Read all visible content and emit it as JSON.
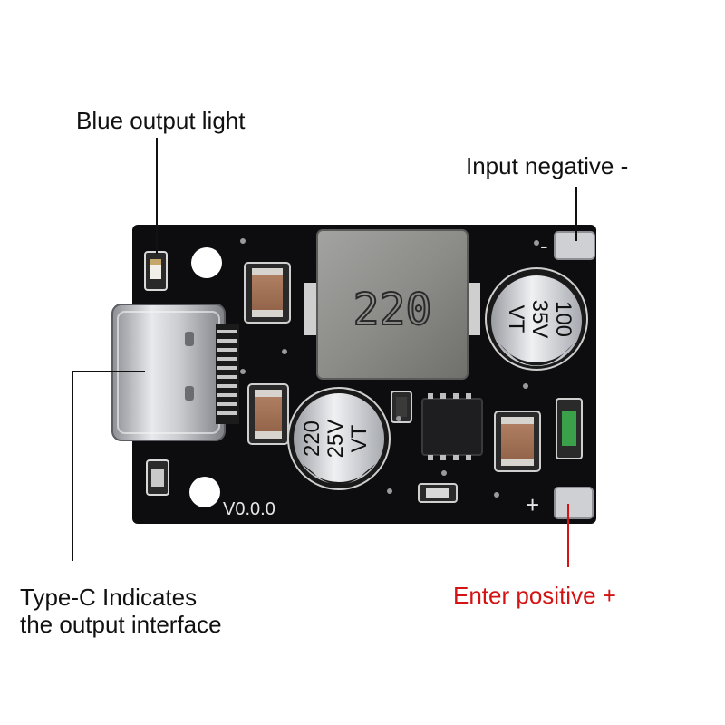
{
  "labels": {
    "blue_output_light": "Blue output light",
    "input_negative": "Input negative -",
    "type_c_line1": "Type-C Indicates",
    "type_c_line2": "the output interface",
    "enter_positive": "Enter positive +"
  },
  "board": {
    "inductor_marking": "220",
    "cap_top_line1": "100",
    "cap_top_line2": "35V",
    "cap_top_line3": "VT",
    "cap_bottom_line1": "220",
    "cap_bottom_line2": "25V",
    "cap_bottom_line3": "VT",
    "version": "V0.0.0",
    "minus_sign": "-",
    "plus_sign": "+"
  },
  "colors": {
    "pcb": "#0d0d0f",
    "positive_label": "#d41414",
    "label_text": "#111111"
  }
}
